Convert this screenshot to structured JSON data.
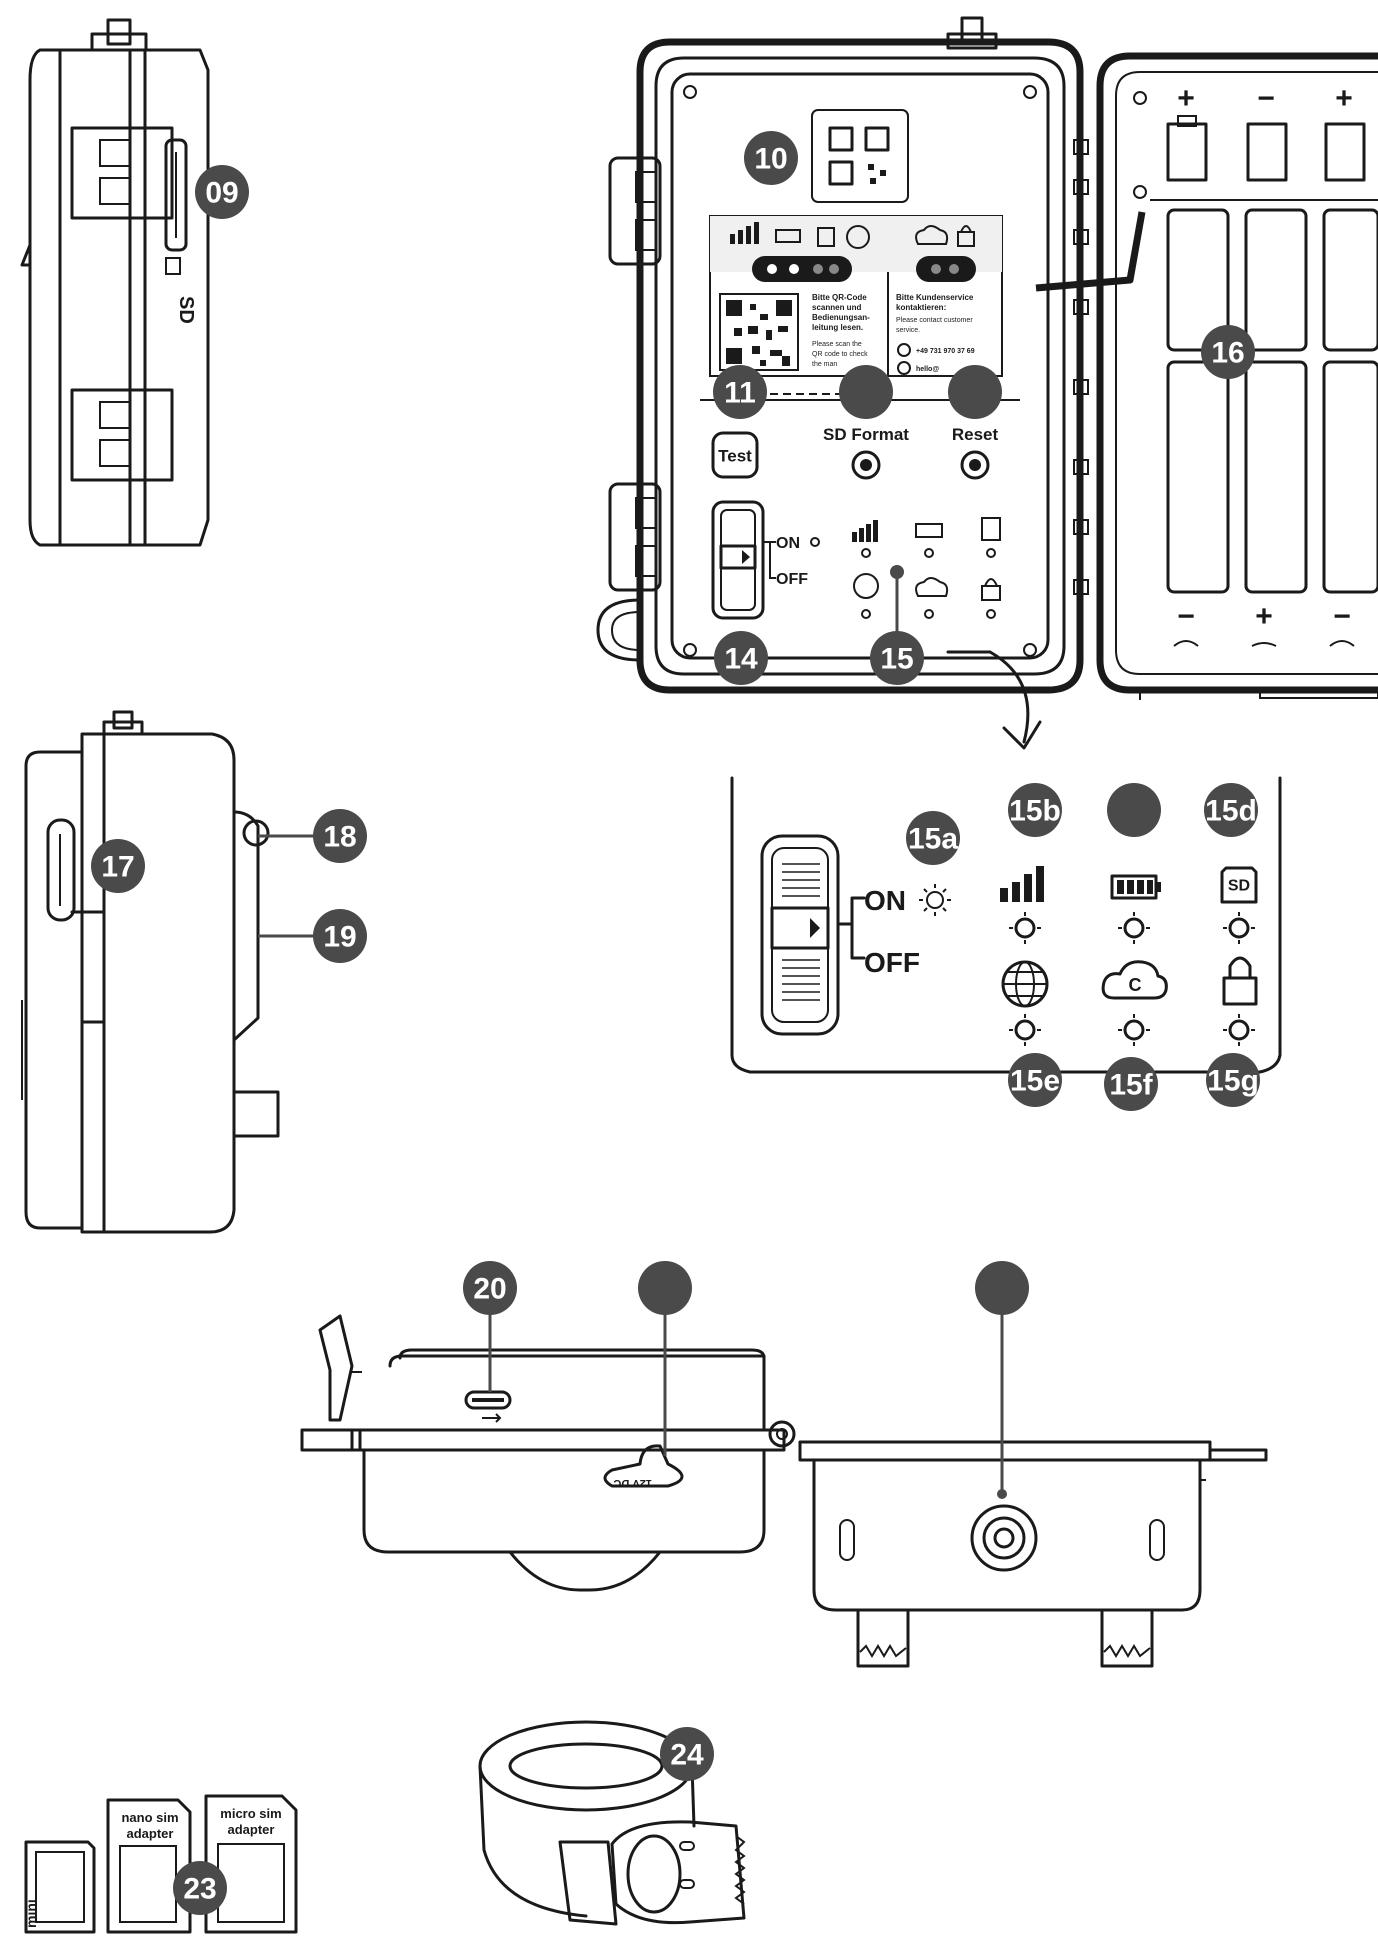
{
  "callouts": {
    "c09": "09",
    "c10": "10",
    "c11": "11",
    "c14": "14",
    "c15": "15",
    "c16": "16",
    "c15a": "15a",
    "c15b": "15b",
    "c15d": "15d",
    "c15e": "15e",
    "c15f": "15f",
    "c15g": "15g",
    "c17": "17",
    "c18": "18",
    "c19": "19",
    "c20": "20",
    "c23": "23",
    "c24": "24"
  },
  "labels": {
    "sd_side": "SD",
    "test": "Test",
    "sd_format": "SD Format",
    "reset": "Reset",
    "on": "ON",
    "off": "OFF",
    "sd_icon": "SD",
    "cloud_c": "C",
    "plus": "+",
    "minus": "−",
    "dc_port": "12V DC",
    "card_mini": "mini",
    "card_nano_1": "nano sim",
    "card_nano_2": "adapter",
    "card_micro_1": "micro sim",
    "card_micro_2": "adapter"
  },
  "label_card": {
    "de_title_1": "Bitte QR-Code",
    "de_title_2": "scannen und",
    "de_title_3": "Bedienungsan-",
    "de_title_4": "leitung lesen.",
    "en_1": "Please scan the",
    "en_2": "QR code to check",
    "en_3": "the man",
    "cs_de_1": "Bitte Kundenservice",
    "cs_de_2": "kontaktieren:",
    "cs_en_1": "Please contact customer",
    "cs_en_2": "service.",
    "phone": "+49 731 970 37 69",
    "email": "hello@"
  },
  "colors": {
    "callout": "#4a4a4a",
    "line": "#1a1a1a",
    "panel": "#e9e9e9"
  },
  "icons": [
    "signal-icon",
    "battery-icon",
    "sd-card-icon",
    "globe-icon",
    "cloud-icon",
    "lock-icon",
    "sun-led-icon",
    "qr-code-icon",
    "usb-c-icon"
  ]
}
